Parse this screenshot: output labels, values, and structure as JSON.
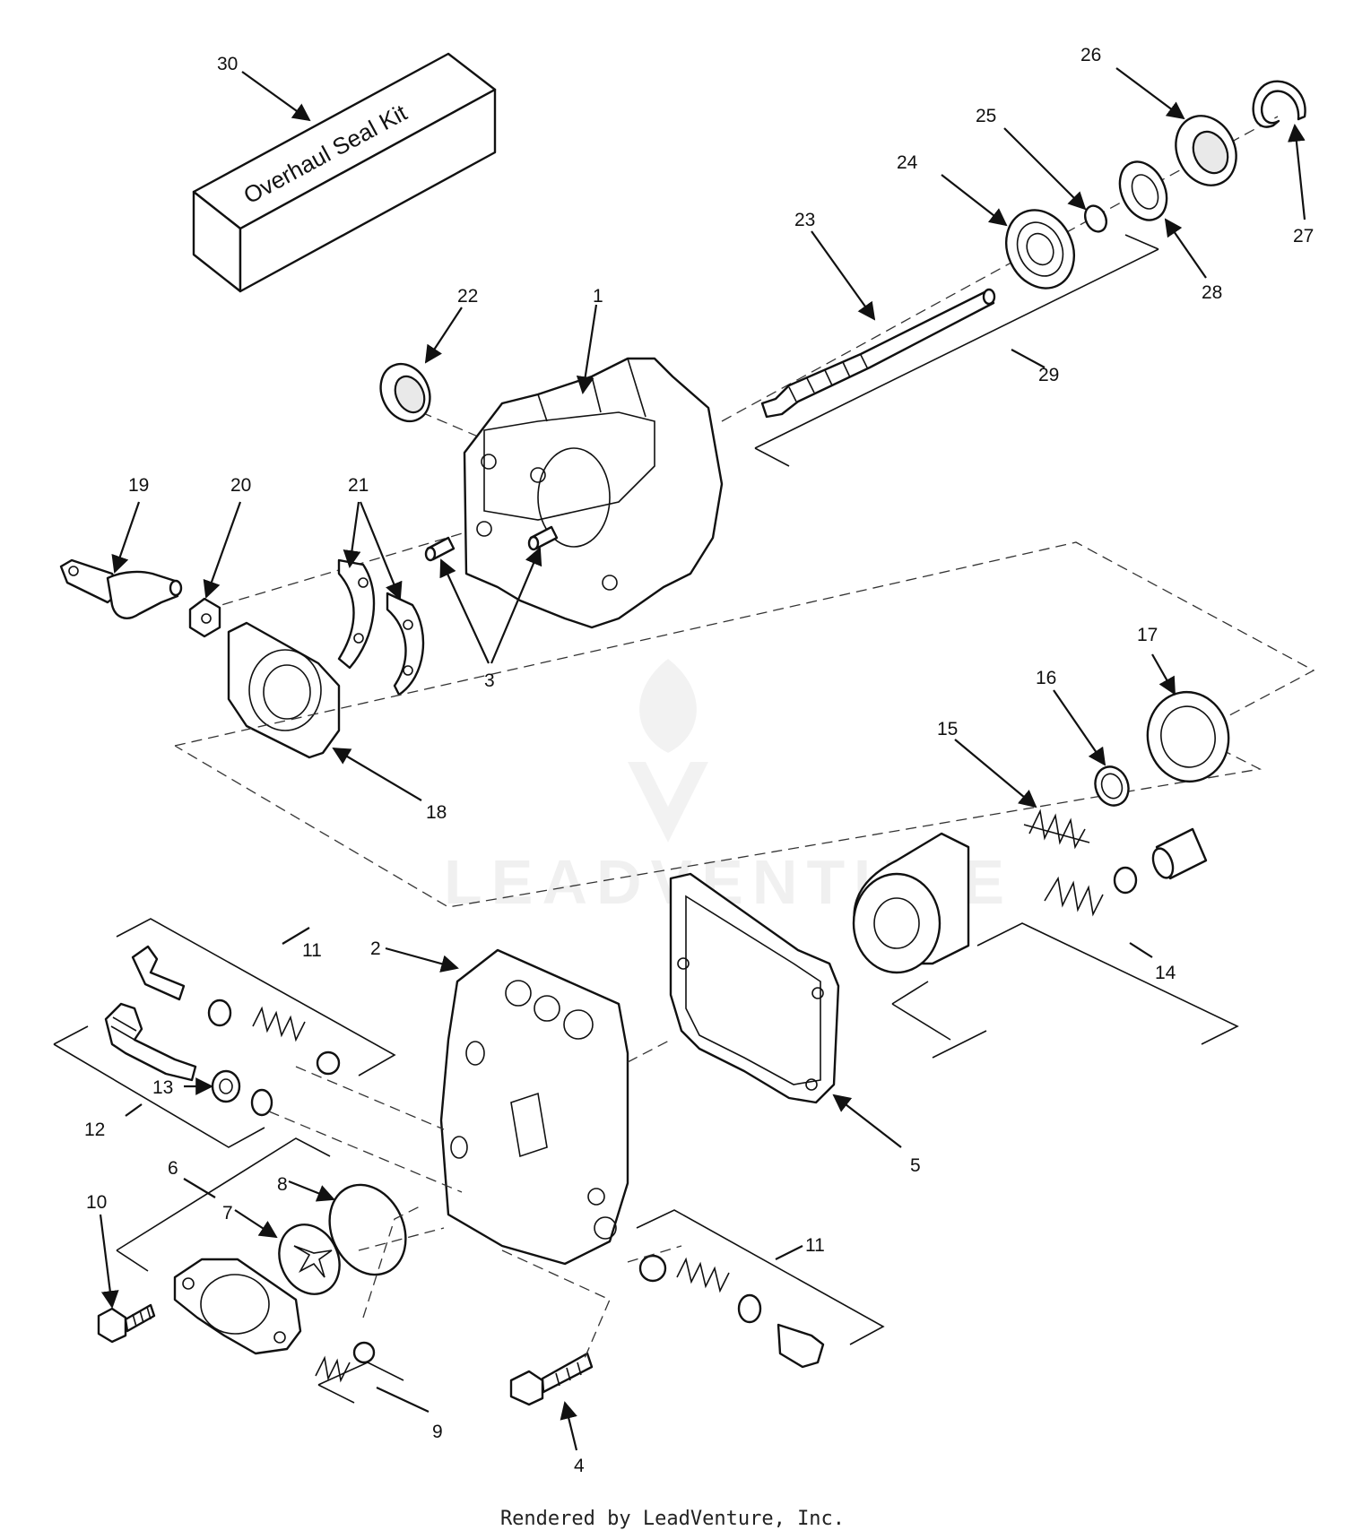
{
  "kit_label": "Overhaul Seal Kit",
  "watermark": "LEADVENTURE",
  "footer": "Rendered by LeadVenture, Inc.",
  "callouts": {
    "c1": "1",
    "c2": "2",
    "c3": "3",
    "c4": "4",
    "c5": "5",
    "c6": "6",
    "c7": "7",
    "c8": "8",
    "c9": "9",
    "c10": "10",
    "c11a": "11",
    "c11b": "11",
    "c12": "12",
    "c13": "13",
    "c14": "14",
    "c15": "15",
    "c16": "16",
    "c17": "17",
    "c18": "18",
    "c19": "19",
    "c20": "20",
    "c21": "21",
    "c22": "22",
    "c23": "23",
    "c24": "24",
    "c25": "25",
    "c26": "26",
    "c27": "27",
    "c28": "28",
    "c29": "29",
    "c30": "30"
  }
}
